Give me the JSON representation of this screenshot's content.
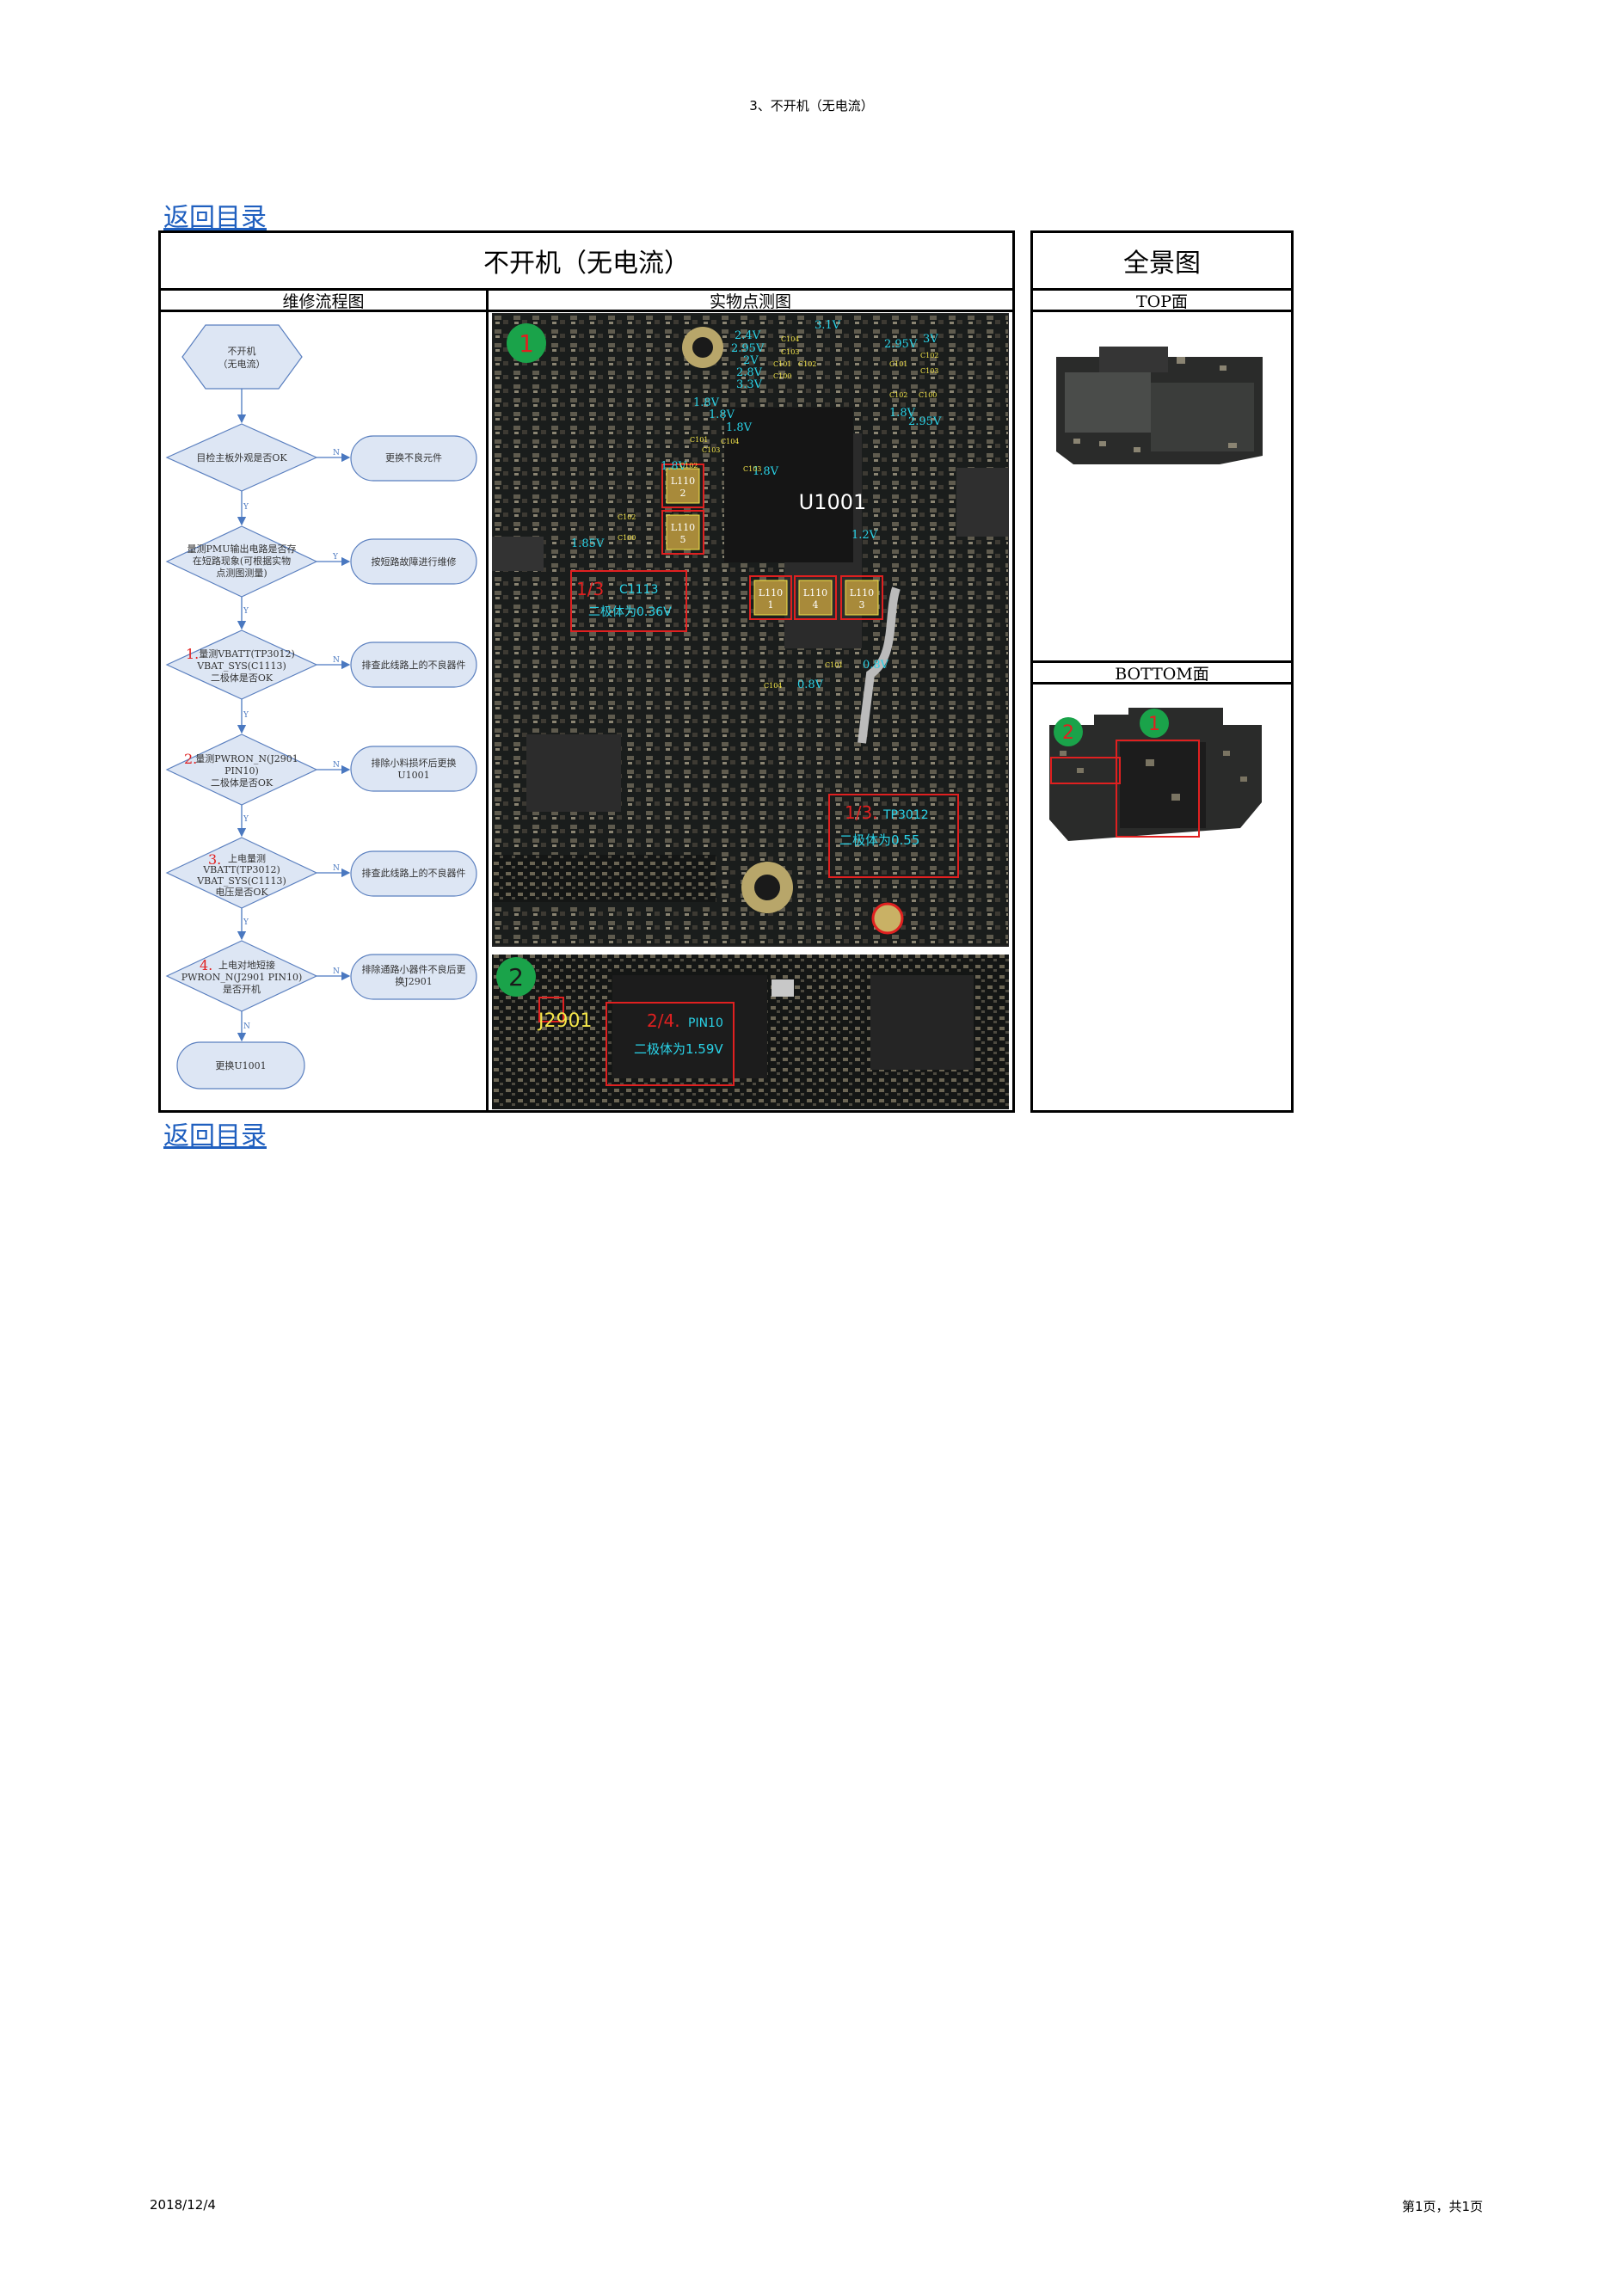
{
  "header": {
    "title": "3、不开机（无电流）"
  },
  "nav": {
    "back_link_top": "返回目录",
    "back_link_bottom": "返回目录"
  },
  "main_table": {
    "title": "不开机（无电流）",
    "col_flowchart": "维修流程图",
    "col_photo": "实物点测图"
  },
  "overview_table": {
    "title": "全景图",
    "top_label": "TOP面",
    "bottom_label": "BOTTOM面"
  },
  "flowchart": {
    "start": [
      "不开机",
      "（无电流）"
    ],
    "q1": "目检主板外观是否OK",
    "a1": "更换不良元件",
    "q2": [
      "量测PMU输出电路是否存",
      "在短路现象(可根据实物",
      "点测图测量)"
    ],
    "a2": "按短路故障进行维修",
    "q3_num": "1.",
    "q3": [
      "量测VBATT(TP3012)",
      "VBAT_SYS(C1113)",
      "二极体是否OK"
    ],
    "a3": "排查此线路上的不良器件",
    "q4_num": "2.",
    "q4": [
      "量测PWRON_N(J2901",
      "PIN10)",
      "二极体是否OK"
    ],
    "a4": [
      "排除小料损坏后更换",
      "U1001"
    ],
    "q5_num": "3.",
    "q5": [
      "上电量测",
      "VBATT(TP3012)",
      "VBAT_SYS(C1113)",
      "电压是否OK"
    ],
    "a5": "排查此线路上的不良器件",
    "q6_num": "4.",
    "q6": [
      "上电对地短接",
      "PWRON_N(J2901 PIN10)",
      "是否开机"
    ],
    "a6": [
      "排除通路小器件不良后更",
      "换J2901"
    ],
    "end": "更换U1001",
    "yes": "Y",
    "no": "N"
  },
  "photo": {
    "marker1": "1",
    "marker2": "2",
    "chip": "U1001",
    "v_31": "3.1V",
    "v_24": "2.4V",
    "v_295": "2.95V",
    "v_2v": "2V",
    "v_28": "2.8V",
    "v_33": "3.3V",
    "v_295b": "2.95V",
    "v_3v": "3V",
    "v_18a": "1.8V",
    "v_18b": "1.8V",
    "v_18c": "1.8V",
    "v_18d": "1.8V",
    "v_18e": "1.8V",
    "v_18f": "1.8V",
    "v_12": "1.2V",
    "v_185": "1.85V",
    "v_08a": "0.8V",
    "v_08b": "0.8V",
    "v_295c": "2.95V",
    "l1102": [
      "L110",
      "2"
    ],
    "l1105": [
      "L110",
      "5"
    ],
    "l1101": [
      "L110",
      "1"
    ],
    "l1104": [
      "L110",
      "4"
    ],
    "l1103": [
      "L110",
      "3"
    ],
    "c1113_num": "1/3",
    "c1113_name": "C1113",
    "c1113_val": "二极体为0.36V",
    "tp3012_num": "1/3.",
    "tp3012_name": "TP3012",
    "tp3012_val": "二极体为0.55",
    "j2901": "J2901",
    "pin10_num": "2/4.",
    "pin10_name": "PIN10",
    "pin10_val": "二极体为1.59V",
    "caps": [
      "C104",
      "C103",
      "C101",
      "C102",
      "C100",
      "C101",
      "C102",
      "C103",
      "C102",
      "C100",
      "C101",
      "C104",
      "C103",
      "C102",
      "C103",
      "C102",
      "C100",
      "C104",
      "C101"
    ]
  },
  "footer": {
    "date": "2018/12/4",
    "page": "第1页，共1页"
  }
}
